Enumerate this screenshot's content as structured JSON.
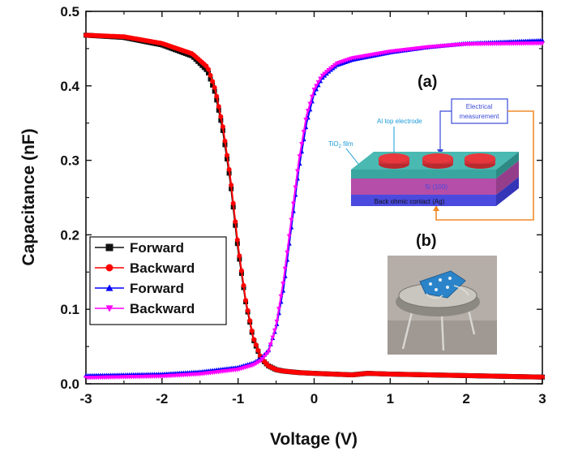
{
  "chart_data": {
    "type": "line",
    "xlabel": "Voltage (V)",
    "ylabel": "Capacitance (nF)",
    "xlim": [
      -3,
      3
    ],
    "ylim": [
      0.0,
      0.5
    ],
    "xticks": [
      "-3",
      "-2",
      "-1",
      "0",
      "1",
      "2",
      "3"
    ],
    "yticks": [
      "0.0",
      "0.1",
      "0.2",
      "0.3",
      "0.4",
      "0.5"
    ],
    "grid": false,
    "legend_position": "bottom-left",
    "series": [
      {
        "name": "Forward",
        "color": "#111111",
        "marker": "square",
        "x": [
          -3,
          -2.5,
          -2,
          -1.6,
          -1.4,
          -1.3,
          -1.2,
          -1.1,
          -1.0,
          -0.9,
          -0.8,
          -0.7,
          -0.6,
          -0.5,
          -0.4,
          -0.2,
          0,
          0.5,
          0.7,
          1,
          2,
          3
        ],
        "y": [
          0.468,
          0.465,
          0.455,
          0.44,
          0.42,
          0.39,
          0.34,
          0.27,
          0.18,
          0.11,
          0.06,
          0.034,
          0.024,
          0.019,
          0.017,
          0.015,
          0.014,
          0.012,
          0.014,
          0.013,
          0.011,
          0.009
        ]
      },
      {
        "name": "Backward",
        "color": "#ff0000",
        "marker": "circle",
        "x": [
          -3,
          -2.5,
          -2,
          -1.6,
          -1.4,
          -1.3,
          -1.2,
          -1.1,
          -1.0,
          -0.9,
          -0.8,
          -0.7,
          -0.6,
          -0.5,
          -0.4,
          -0.2,
          0,
          0.5,
          0.7,
          1,
          2,
          3
        ],
        "y": [
          0.468,
          0.466,
          0.457,
          0.443,
          0.425,
          0.395,
          0.345,
          0.275,
          0.185,
          0.112,
          0.062,
          0.035,
          0.024,
          0.019,
          0.017,
          0.015,
          0.014,
          0.012,
          0.014,
          0.013,
          0.011,
          0.009
        ]
      },
      {
        "name": "Forward",
        "color": "#0000ff",
        "marker": "triangle-up",
        "x": [
          -3,
          -2,
          -1.5,
          -1.0,
          -0.8,
          -0.7,
          -0.6,
          -0.5,
          -0.4,
          -0.3,
          -0.2,
          -0.1,
          0,
          0.1,
          0.2,
          0.3,
          0.5,
          1.0,
          1.5,
          2,
          3
        ],
        "y": [
          0.011,
          0.013,
          0.016,
          0.022,
          0.028,
          0.034,
          0.045,
          0.075,
          0.13,
          0.21,
          0.29,
          0.35,
          0.39,
          0.41,
          0.42,
          0.428,
          0.435,
          0.445,
          0.452,
          0.457,
          0.461
        ]
      },
      {
        "name": "Backward",
        "color": "#ff00ff",
        "marker": "triangle-down",
        "x": [
          -3,
          -2,
          -1.5,
          -1.0,
          -0.8,
          -0.7,
          -0.6,
          -0.5,
          -0.4,
          -0.3,
          -0.2,
          -0.1,
          0,
          0.1,
          0.2,
          0.3,
          0.5,
          1.0,
          1.5,
          2,
          3
        ],
        "y": [
          0.008,
          0.01,
          0.013,
          0.019,
          0.025,
          0.031,
          0.043,
          0.078,
          0.14,
          0.22,
          0.3,
          0.36,
          0.395,
          0.413,
          0.422,
          0.43,
          0.437,
          0.446,
          0.452,
          0.456,
          0.457
        ]
      }
    ]
  },
  "inset": {
    "label_a": "(a)",
    "label_b": "(b)",
    "al_top_electrode": "Al top electrode",
    "electrical_measurement_line1": "Electrical",
    "electrical_measurement_line2": "measurement",
    "tio2_film": "TiO",
    "tio2_film_sub": "2",
    "tio2_film_suffix": " film",
    "si_substrate": "Si (100)",
    "back_contact": "Back ohmic contact (Ag)",
    "colors": {
      "electrode": "#e8383d",
      "tio2": "#3aa6a0",
      "si": "#b44ea8",
      "back_contact": "#4a4adf",
      "wire": "#f08a2a",
      "meas_box": "#3a4ad8",
      "label_blue": "#1a9ad8"
    }
  }
}
